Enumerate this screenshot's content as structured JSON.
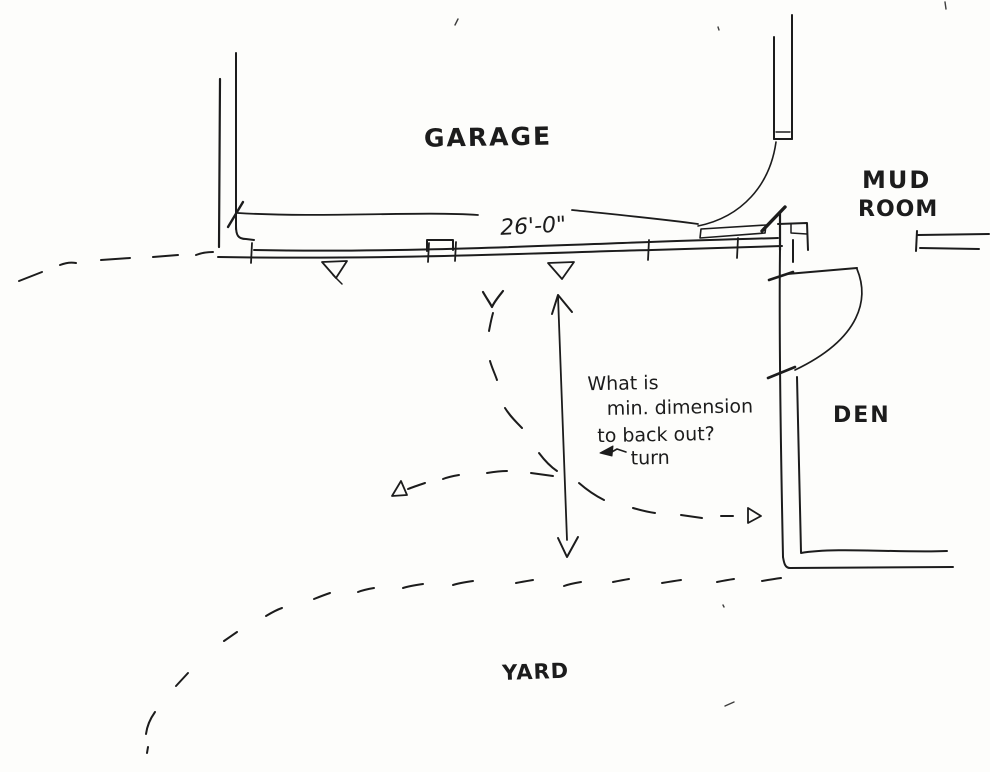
{
  "labels": {
    "garage": "GARAGE",
    "dimension": "26'-0\"",
    "mud_room_line1": "MUD",
    "mud_room_line2": "ROOM",
    "den": "DEN",
    "yard": "YARD"
  },
  "note": {
    "line1": "What is",
    "line2": "min. dimension",
    "line3": "to back out?",
    "line4": "turn"
  },
  "colors": {
    "ink": "#1c1c1c",
    "paper": "#fdfdfb"
  }
}
